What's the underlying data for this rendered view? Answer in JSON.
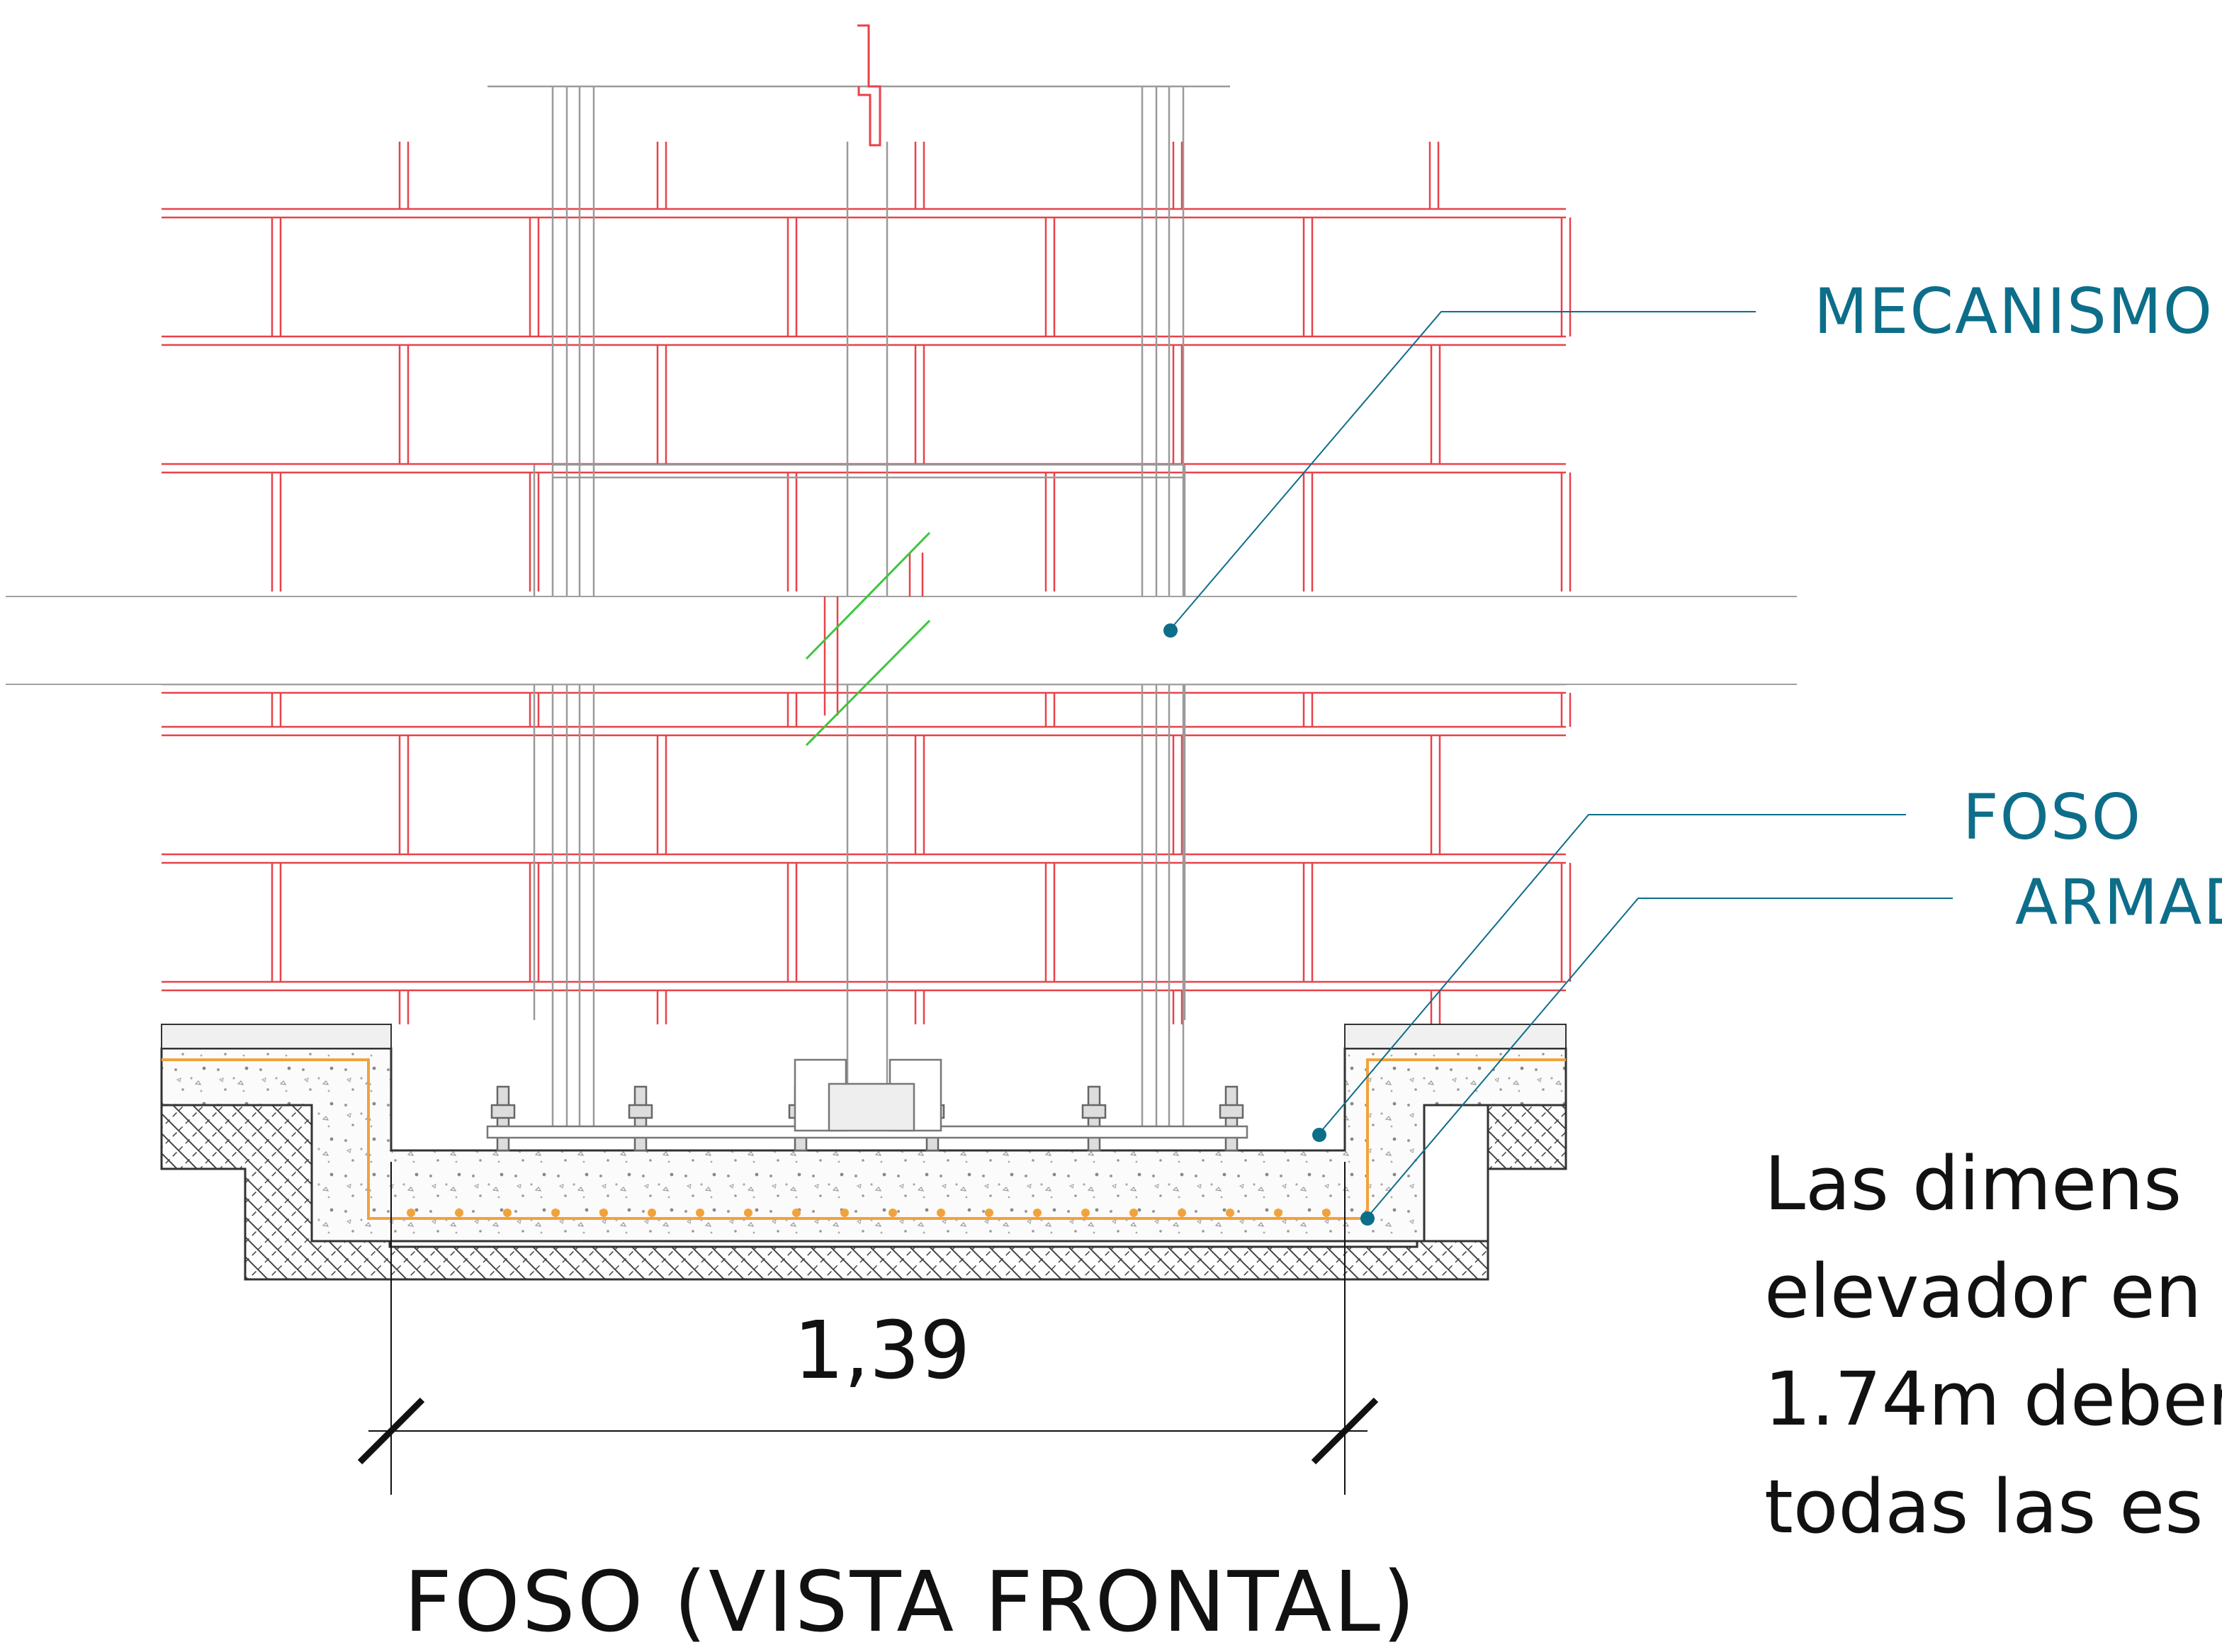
{
  "callouts": {
    "mecanismo": "MECANISMO",
    "foso": "FOSO",
    "armado": "ARMAD"
  },
  "note_lines": [
    "Las dimens",
    "elevador en",
    "1.74m deber",
    "todas las es"
  ],
  "dimension": "1,39",
  "caption": "FOSO (VISTA FRONTAL)",
  "colors": {
    "brick": "#e8424a",
    "callout": "#0d6e8a",
    "rebar": "#f2a23c",
    "break_line": "#3ec63e",
    "text": "#111111"
  }
}
